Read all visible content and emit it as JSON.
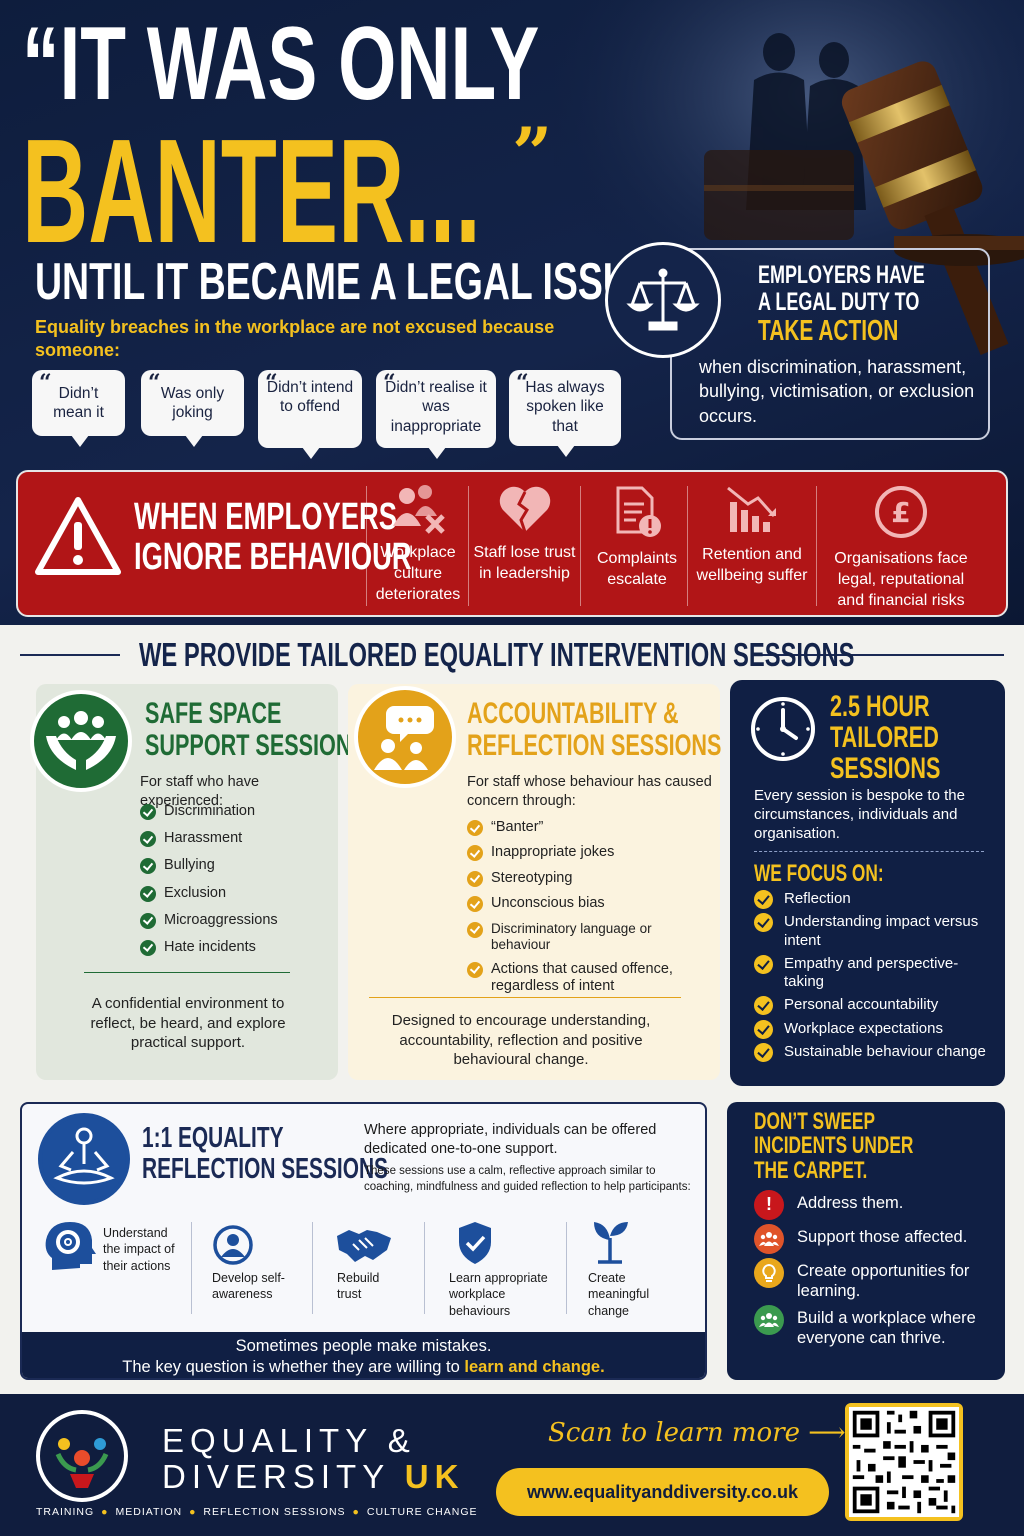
{
  "hero": {
    "headline_line1": "“IT WAS ONLY",
    "headline_line2": "BANTER...",
    "headline_close_quote": "”",
    "headline_line3": "UNTIL IT BECAME A LEGAL ISSUE",
    "intro": "Equality breaches in the workplace are not excused because someone:",
    "excuses": [
      "Didn’t mean it",
      "Was only joking",
      "Didn’t intend to offend",
      "Didn’t realise it was inappropriate",
      "Has always spoken like that"
    ],
    "duty_title_line1": "EMPLOYERS HAVE",
    "duty_title_line2": "A LEGAL DUTY TO",
    "duty_title_line3": "TAKE ACTION",
    "duty_text": "when discrimination, harassment, bullying, victimisation, or exclusion occurs."
  },
  "ignore": {
    "title_line1": "WHEN EMPLOYERS",
    "title_line2": "IGNORE BEHAVIOUR",
    "impacts": [
      {
        "icon": "people-cross-icon",
        "label": "Workplace culture deteriorates"
      },
      {
        "icon": "broken-heart-icon",
        "label": "Staff lose trust in leadership"
      },
      {
        "icon": "document-alert-icon",
        "label": "Complaints escalate"
      },
      {
        "icon": "declining-chart-icon",
        "label": "Retention and wellbeing suffer"
      },
      {
        "icon": "pound-coin-icon",
        "label": "Organisations face legal, reputational and financial risks"
      }
    ]
  },
  "provide_title": "WE PROVIDE TAILORED EQUALITY INTERVENTION SESSIONS",
  "safe_space": {
    "title_line1": "SAFE SPACE",
    "title_line2": "SUPPORT SESSIONS",
    "intro": "For staff who have experienced:",
    "items": [
      "Discrimination",
      "Harassment",
      "Bullying",
      "Exclusion",
      "Microaggressions",
      "Hate incidents"
    ],
    "footer": "A confidential environment to reflect, be heard, and explore practical support.",
    "color": "#1f6b35"
  },
  "accountability": {
    "title_line1": "ACCOUNTABILITY &",
    "title_line2": "REFLECTION SESSIONS",
    "intro": "For staff whose behaviour has caused concern through:",
    "items": [
      "“Banter”",
      "Inappropriate jokes",
      "Stereotyping",
      "Unconscious bias",
      "Discriminatory language or behaviour",
      "Actions that caused offence, regardless of intent"
    ],
    "footer": "Designed to encourage understanding, accountability, reflection and positive behavioural change.",
    "color": "#e3a21a"
  },
  "hours": {
    "title_line1": "2.5 HOUR",
    "title_line2": "TAILORED",
    "title_line3": "SESSIONS",
    "text": "Every session is bespoke to the circumstances, individuals and organisation.",
    "focus_title": "WE FOCUS ON:",
    "focus_items": [
      "Reflection",
      "Understanding impact versus intent",
      "Empathy and perspective-taking",
      "Personal accountability",
      "Workplace expectations",
      "Sustainable behaviour change"
    ]
  },
  "one_to_one": {
    "title_line1": "1:1 EQUALITY",
    "title_line2": "REFLECTION SESSIONS",
    "text1": "Where appropriate, individuals can be offered dedicated one-to-one support.",
    "text2": "These sessions use a calm, reflective approach similar to coaching, mindfulness and guided reflection to help participants:",
    "benefits": [
      {
        "icon": "head-target-icon",
        "label": "Understand the impact of their actions"
      },
      {
        "icon": "person-circle-icon",
        "label": "Develop self-awareness"
      },
      {
        "icon": "handshake-icon",
        "label": "Rebuild trust"
      },
      {
        "icon": "shield-check-icon",
        "label": "Learn appropriate workplace behaviours"
      },
      {
        "icon": "sprout-icon",
        "label": "Create meaningful change"
      }
    ],
    "bottom_line1": "Sometimes people make mistakes.",
    "bottom_line2_prefix": "The key question is whether they are willing to ",
    "bottom_line2_highlight": "learn and change."
  },
  "sweep": {
    "title_line1": "DON’T SWEEP",
    "title_line2": "INCIDENTS UNDER",
    "title_line3": "THE CARPET.",
    "items": [
      {
        "icon": "exclamation-icon",
        "label": "Address them.",
        "color": "#c8171c"
      },
      {
        "icon": "people-icon",
        "label": "Support those affected.",
        "color": "#e0542a"
      },
      {
        "icon": "lightbulb-icon",
        "label": "Create opportunities for learning.",
        "color": "#e9a71c"
      },
      {
        "icon": "group-icon",
        "label": "Build a workplace where everyone can thrive.",
        "color": "#3b9a4f"
      }
    ]
  },
  "footer": {
    "brand_line1": "EQUALITY &",
    "brand_line2_prefix": "DIVERSITY ",
    "brand_line2_highlight": "UK",
    "tagline": [
      "TRAINING",
      "MEDIATION",
      "REFLECTION SESSIONS",
      "CULTURE CHANGE"
    ],
    "scan_text": "Scan to learn more",
    "url": "www.equalityanddiversity.co.uk"
  },
  "colors": {
    "navy": "#101f44",
    "gold": "#f4c11f",
    "red": "#b11517"
  }
}
